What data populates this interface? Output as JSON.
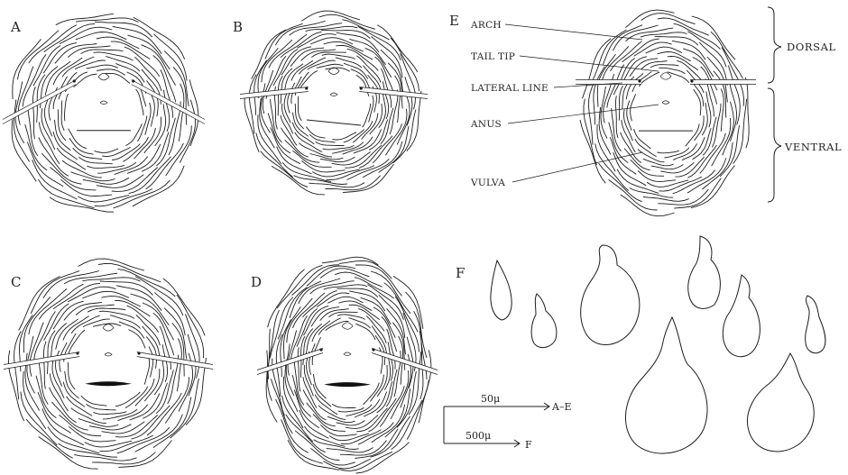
{
  "panels": {
    "a": "A",
    "b": "B",
    "c": "C",
    "d": "D",
    "e": "E",
    "f": "F"
  },
  "labels": {
    "arch": "ARCH",
    "tail_tip": "TAIL TIP",
    "lateral_line": "LATERAL LINE",
    "anus": "ANUS",
    "vulva": "VULVA",
    "dorsal": "DORSAL",
    "ventral": "VENTRAL"
  },
  "scale_bars": {
    "top_value": "50μ",
    "top_target": "A–E",
    "bottom_value": "500μ",
    "bottom_target": "F"
  }
}
